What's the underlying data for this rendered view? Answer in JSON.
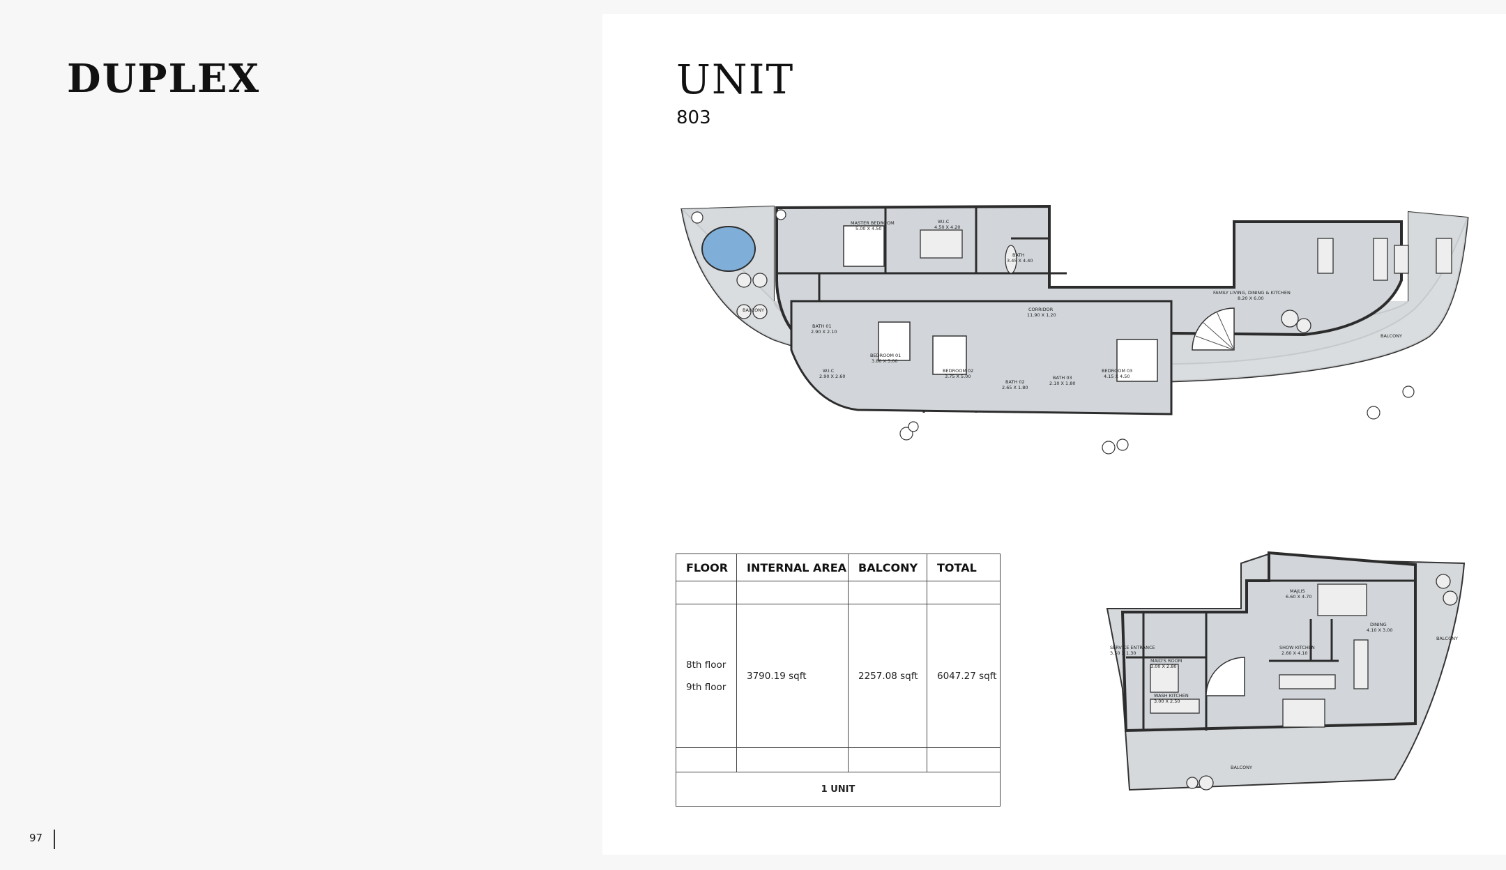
{
  "page": {
    "section_title": "DUPLEX",
    "unit_title": "UNIT",
    "unit_number": "803",
    "page_number": "97"
  },
  "area_table": {
    "headers": [
      "FLOOR",
      "INTERNAL AREA",
      "BALCONY",
      "TOTAL"
    ],
    "floors": [
      "8th floor",
      "9th floor"
    ],
    "internal_area": "3790.19 sqft",
    "balcony": "2257.08 sqft",
    "total": "6047.27 sqft",
    "units": "1 UNIT"
  },
  "floor_plan_main": {
    "rooms": [
      {
        "name": "MASTER BEDROOM",
        "size": "5.00 X 4.50"
      },
      {
        "name": "W.I.C",
        "size": "4.50 X 4.20"
      },
      {
        "name": "BATH",
        "size": "3.45 X 4.40"
      },
      {
        "name": "FAMILY LIVING, DINING & KITCHEN",
        "size": "8.20 X 6.00"
      },
      {
        "name": "CORRIDOR",
        "size": "11.90 X 1.20"
      },
      {
        "name": "BATH 01",
        "size": "2.90 X 2.10"
      },
      {
        "name": "BEDROOM 01",
        "size": "3.80 X 5.00"
      },
      {
        "name": "BEDROOM 02",
        "size": "3.75 X 5.00"
      },
      {
        "name": "BEDROOM 03",
        "size": "4.15 X 4.50"
      },
      {
        "name": "W.I.C",
        "size": "2.90 X 2.60"
      },
      {
        "name": "BATH 02",
        "size": "2.65 X 1.80"
      },
      {
        "name": "BATH 03",
        "size": "2.10 X 1.80"
      }
    ],
    "balcony_labels": [
      "BALCONY",
      "BALCONY"
    ]
  },
  "floor_plan_lower": {
    "rooms": [
      {
        "name": "MAJLIS",
        "size": "6.60 X 4.70"
      },
      {
        "name": "MAID'S ROOM",
        "size": "3.00 X 2.80"
      },
      {
        "name": "WASH KITCHEN",
        "size": "3.00 X 2.50"
      },
      {
        "name": "SHOW KITCHEN",
        "size": "2.60 X 4.10"
      },
      {
        "name": "SERVICE ENTRANCE",
        "size": "3.50 X 1.30"
      },
      {
        "name": "DINING",
        "size": "4.10 X 3.00"
      }
    ],
    "balcony_labels": [
      "BALCONY",
      "BALCONY"
    ]
  },
  "colors": {
    "page_background": "#f7f7f7",
    "panel_background": "#ffffff",
    "floor_fill": "#d6d9dc",
    "wall": "#3a3a3a",
    "pool": "#7faed8"
  }
}
